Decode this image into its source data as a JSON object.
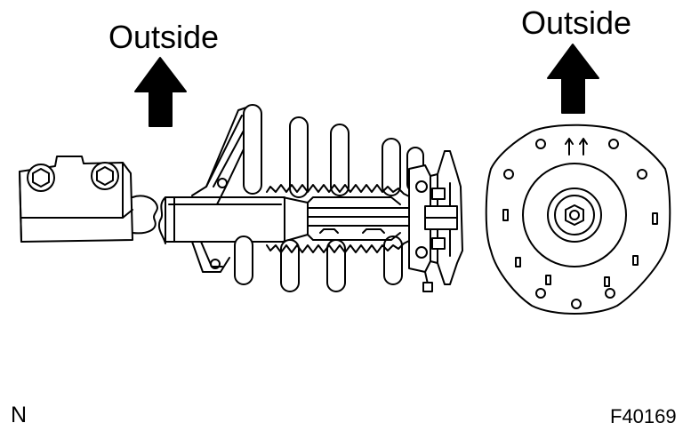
{
  "labels": {
    "outside_left": "Outside",
    "outside_right": "Outside",
    "corner_left": "N",
    "figure_code": "F40169"
  },
  "colors": {
    "line": "#000000",
    "fill": "#ffffff"
  }
}
